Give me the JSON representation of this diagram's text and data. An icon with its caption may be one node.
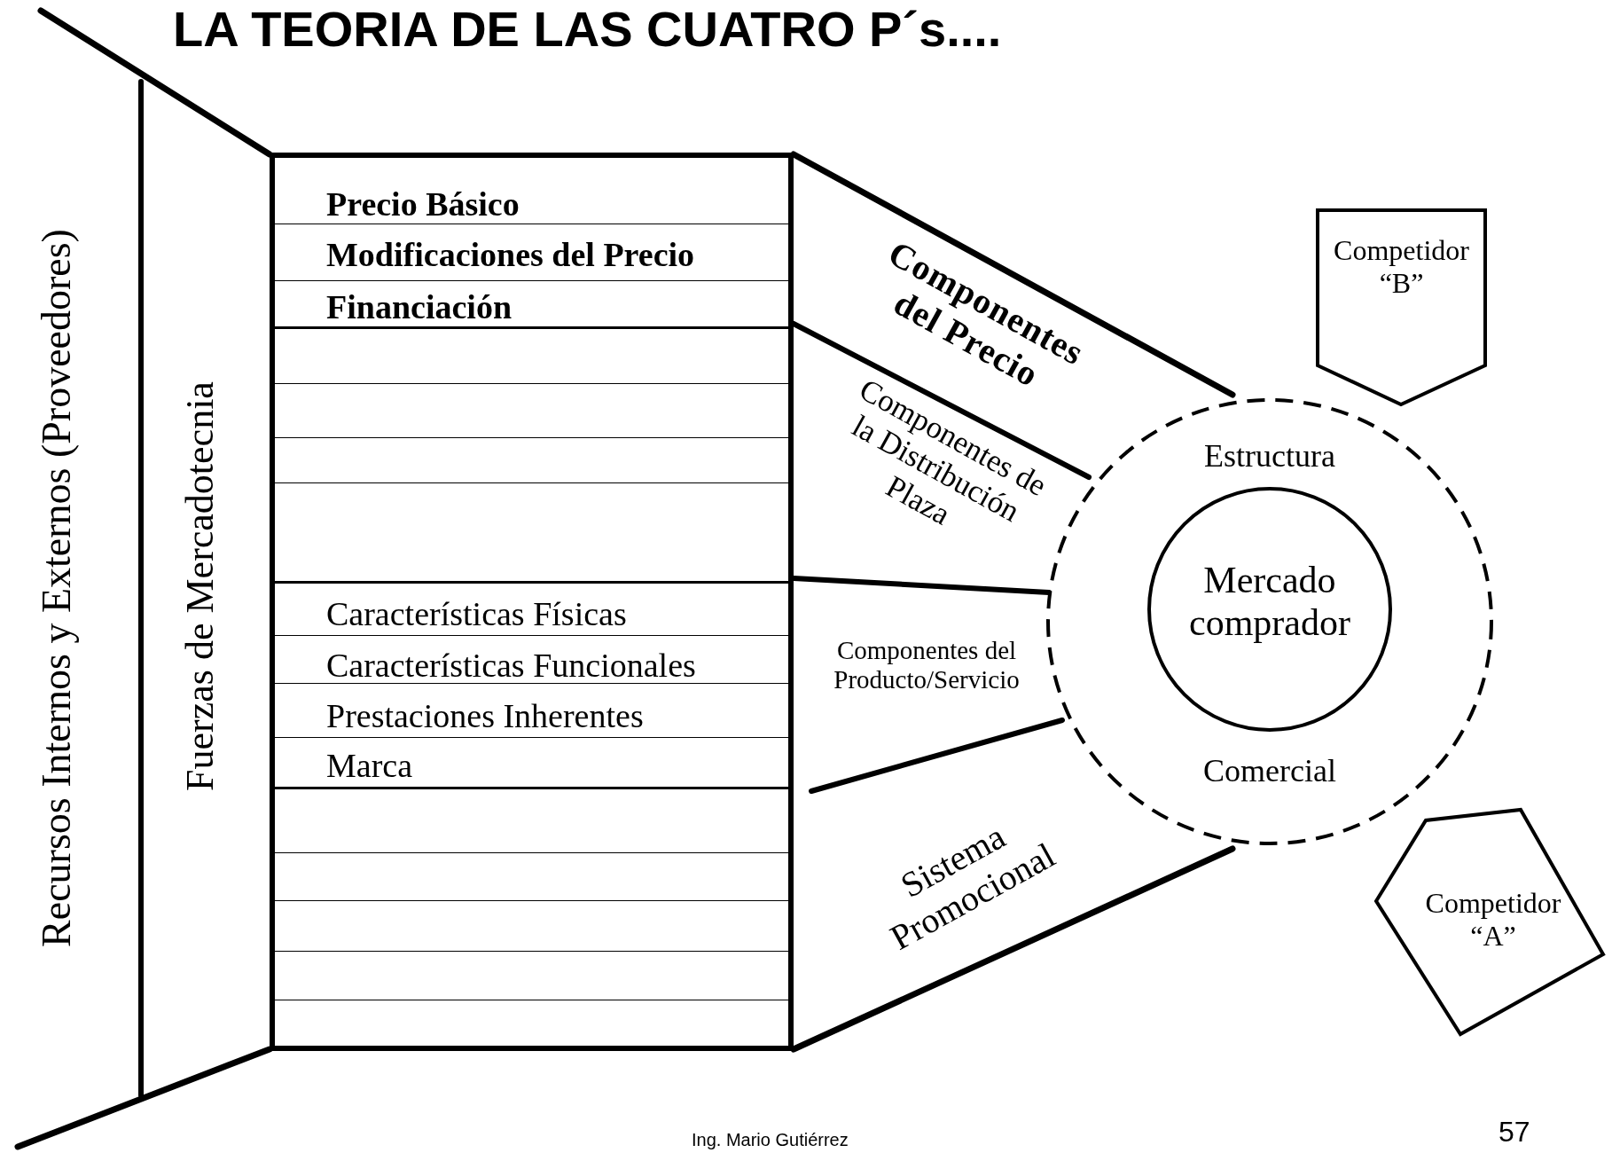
{
  "diagram": {
    "title": "LA TEORIA DE LAS CUATRO P´s....",
    "nodes": [
      {
        "text": [
          "Recursos Internos y Externos (Proveedores)"
        ]
      },
      {
        "text": [
          "Fuerzas de Mercadotecnia"
        ]
      },
      {
        "text": [
          "Precio Básico",
          "Modificaciones del Precio",
          "Financiación",
          "Características Físicas",
          "Características Funcionales",
          "Prestaciones Inherentes",
          "Marca"
        ]
      },
      {
        "text": [
          "Componentes del Precio"
        ]
      },
      {
        "text": [
          "Componentes de la Distribución Plaza"
        ]
      },
      {
        "text": [
          "Componentes del Producto/Servicio"
        ]
      },
      {
        "text": [
          "Sistema Promocional"
        ]
      },
      {
        "text": [
          "Estructura",
          "Comercial"
        ]
      },
      {
        "text": [
          "Mercado comprador"
        ],
        "in": 7
      },
      {
        "text": [
          "Competidor “B”"
        ]
      },
      {
        "text": [
          "Competidor “A”"
        ]
      }
    ],
    "labels": [
      "Ing. Mario Gutiérrez",
      "57"
    ]
  }
}
